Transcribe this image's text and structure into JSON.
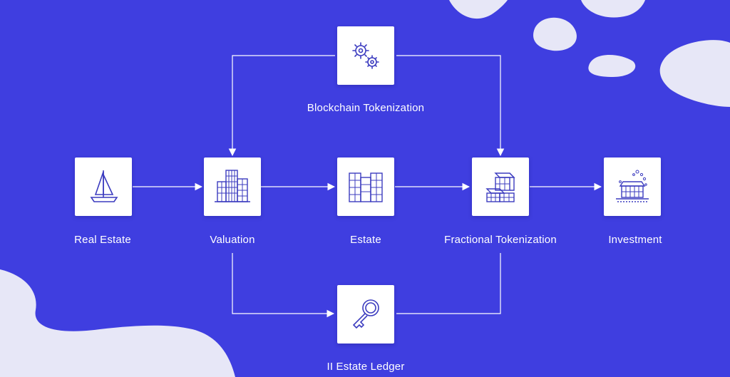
{
  "colors": {
    "background": "#3f3ee0",
    "node_fill": "#ffffff",
    "icon_stroke": "#3b3bbf",
    "connector": "#ffffff",
    "blob": "#e7e7f7"
  },
  "nodes": {
    "blockchain": {
      "label": "Blockchain Tokenization",
      "icon": "gears-icon"
    },
    "real_estate": {
      "label": "Real Estate",
      "icon": "sailboat-icon"
    },
    "valuation": {
      "label": "Valuation",
      "icon": "office-building-icon"
    },
    "estate": {
      "label": "Estate",
      "icon": "storage-grid-icon"
    },
    "fractional": {
      "label": "Fractional Tokenization",
      "icon": "stacked-blocks-icon"
    },
    "investment": {
      "label": "Investment",
      "icon": "property-investment-icon"
    },
    "ledger": {
      "label": "II Estate Ledger",
      "icon": "key-icon"
    }
  }
}
